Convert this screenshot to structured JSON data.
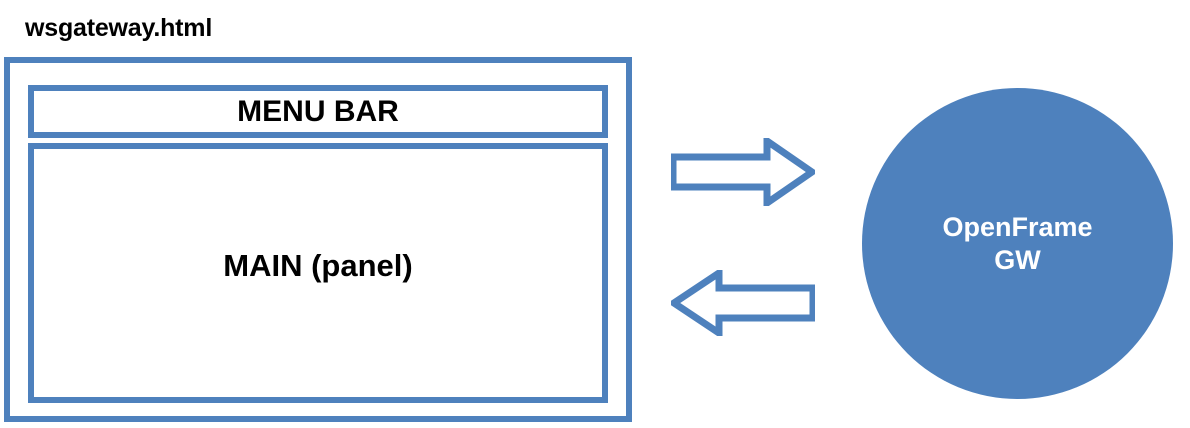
{
  "diagram": {
    "title_caption": "wsgateway.html",
    "colors": {
      "accent_blue": "#4E81BD",
      "text_black": "#000000",
      "fill_white": "#FFFFFF"
    },
    "window": {
      "menu_bar_label": "MENU BAR",
      "main_panel_label": "MAIN (panel)"
    },
    "arrows": [
      {
        "name": "request-arrow",
        "direction": "right"
      },
      {
        "name": "response-arrow",
        "direction": "left"
      }
    ],
    "gateway": {
      "line1": "OpenFrame",
      "line2": "GW"
    }
  }
}
